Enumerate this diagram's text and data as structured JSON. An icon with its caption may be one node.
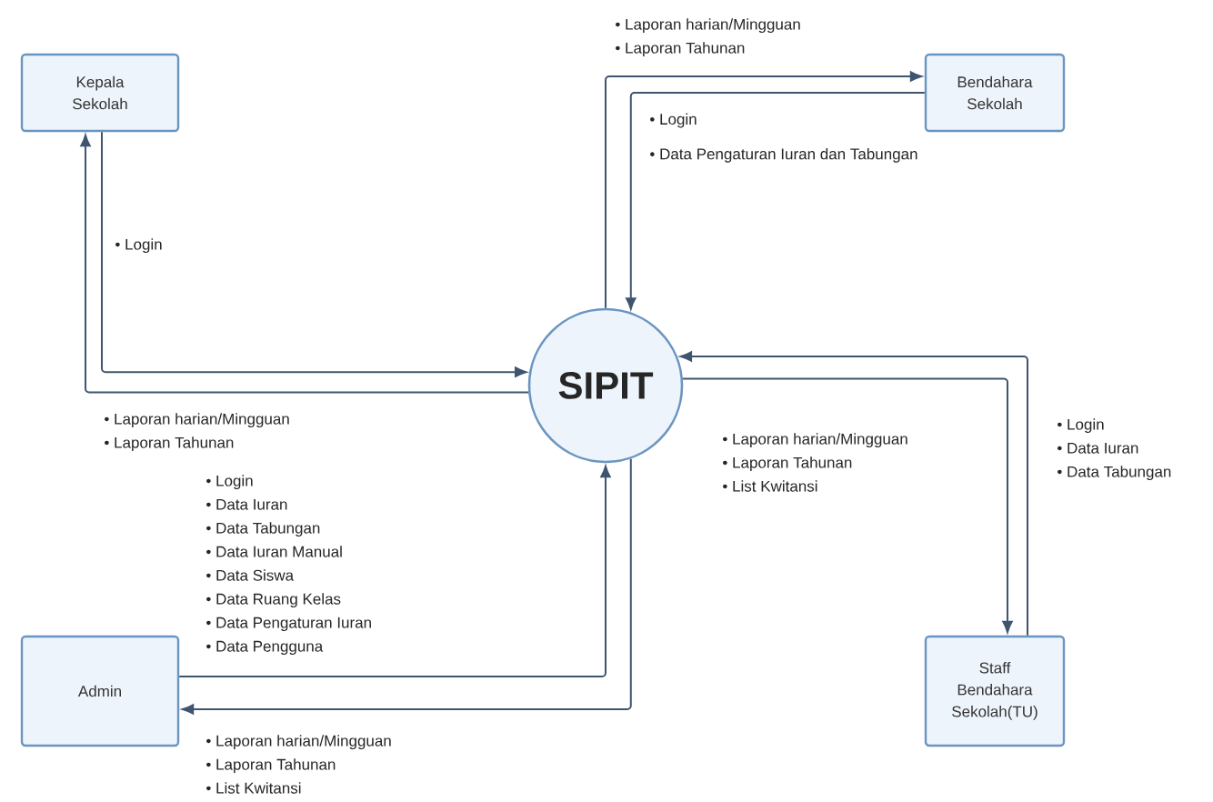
{
  "diagram": {
    "nodes": [
      {
        "text": [
          "Kepala Sekolah"
        ]
      },
      {
        "text": [
          "SIPIT"
        ]
      },
      {
        "text": [
          "Bendahara Sekolah"
        ]
      },
      {
        "text": [
          "Admin"
        ]
      },
      {
        "text": [
          "Staff Bendahara Sekolah(TU)"
        ]
      }
    ],
    "edges": [
      {
        "from": 0,
        "to": 1,
        "arrow": "to",
        "label": [
          "• Login"
        ]
      },
      {
        "from": 1,
        "to": 0,
        "arrow": "to",
        "label": [
          "• Laporan harian/Mingguan",
          "• Laporan Tahunan"
        ]
      },
      {
        "from": 1,
        "to": 2,
        "arrow": "to",
        "label": [
          "• Laporan harian/Mingguan",
          "• Laporan Tahunan"
        ]
      },
      {
        "from": 2,
        "to": 1,
        "arrow": "to",
        "label": [
          "• Login",
          "• Data Pengaturan Iuran dan Tabungan"
        ]
      },
      {
        "from": 4,
        "to": 1,
        "arrow": "to",
        "label": [
          "• Login",
          "• Data Iuran",
          "• Data Tabungan"
        ]
      },
      {
        "from": 1,
        "to": 4,
        "arrow": "to",
        "label": [
          "• Laporan harian/Mingguan",
          "• Laporan Tahunan",
          "• List Kwitansi"
        ]
      },
      {
        "from": 3,
        "to": 1,
        "arrow": "to",
        "label": [
          "• Login",
          "• Data Iuran",
          "• Data Tabungan",
          "• Data Iuran Manual",
          "• Data Siswa",
          "• Data Ruang Kelas",
          "• Data Pengaturan Iuran",
          "• Data Pengguna"
        ]
      },
      {
        "from": 1,
        "to": 3,
        "arrow": "to",
        "label": [
          "• Laporan harian/Mingguan",
          "• Laporan Tahunan",
          "• List Kwitansi"
        ]
      }
    ]
  }
}
